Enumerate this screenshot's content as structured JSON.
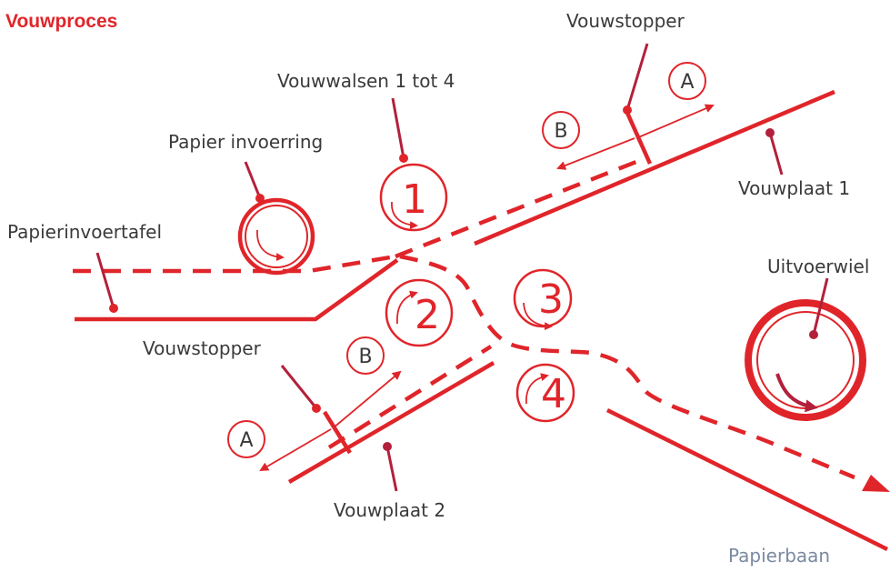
{
  "title": "Vouwproces",
  "colors": {
    "accent": "#e0252a",
    "text": "#3a3a3a",
    "muted_text": "#7a8aa0",
    "dark_arrow": "#b3203b"
  },
  "labels": {
    "vouwstopper_top": "Vouwstopper",
    "vouwwalsen": "Vouwwalsen 1 tot 4",
    "papier_invoerring": "Papier invoerring",
    "papierinvoertafel": "Papierinvoertafel",
    "vouwplaat1": "Vouwplaat 1",
    "uitvoerwiel": "Uitvoerwiel",
    "vouwstopper_bottom": "Vouwstopper",
    "vouwplaat2": "Vouwplaat 2",
    "papierbaan": "Papierbaan"
  },
  "rollers": [
    "1",
    "2",
    "3",
    "4"
  ],
  "markers": {
    "top_a": "A",
    "top_b": "B",
    "bottom_a": "A",
    "bottom_b": "B"
  }
}
